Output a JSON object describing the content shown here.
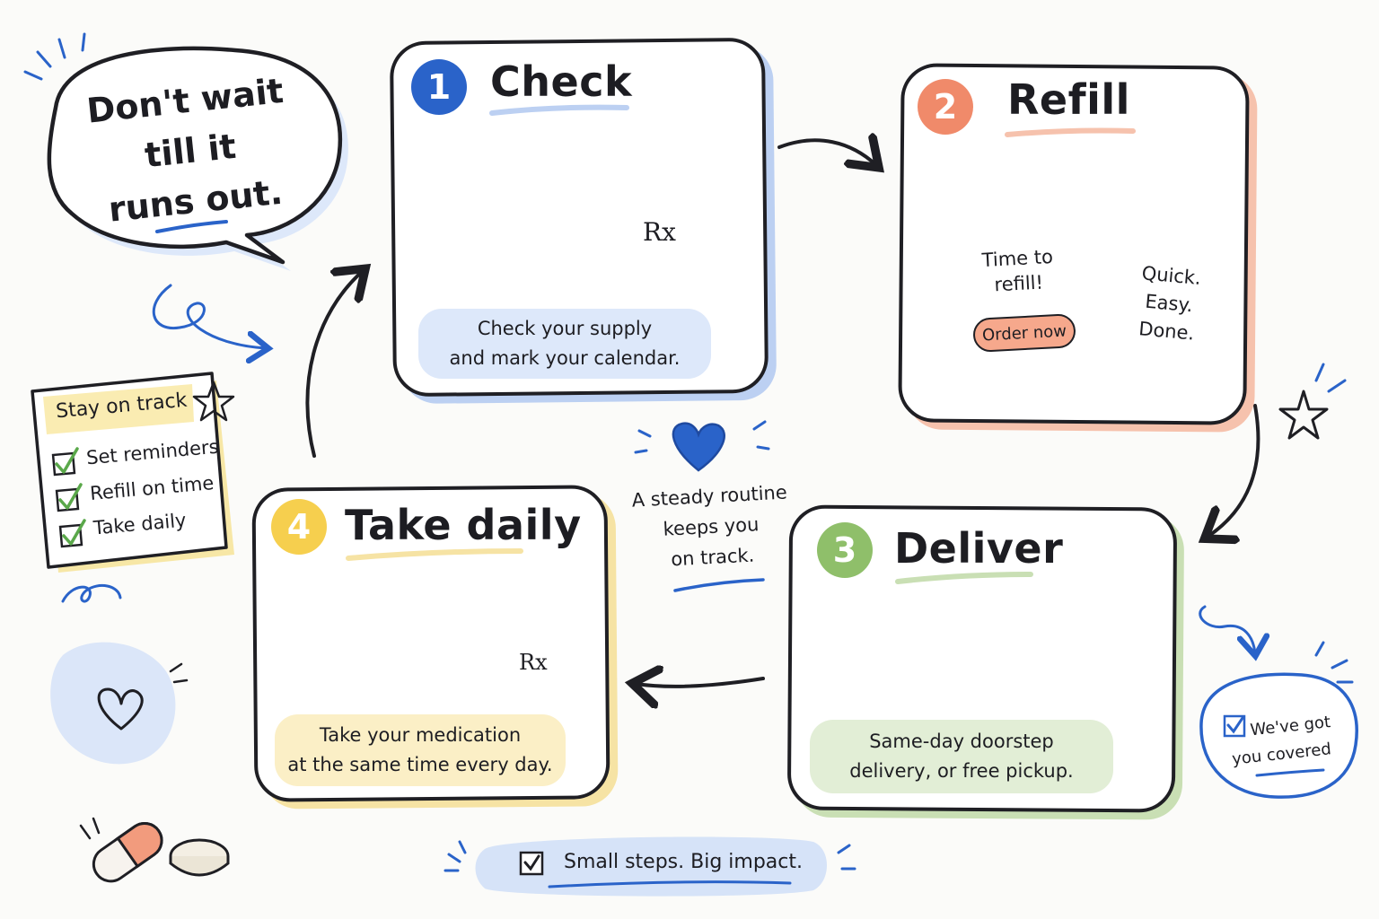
{
  "bubble": {
    "lines": [
      "Don't wait",
      "till it",
      "runs out."
    ]
  },
  "steps": [
    {
      "number": "1",
      "title": "Check",
      "caption_lines": [
        "Check your supply",
        "and mark your calendar."
      ],
      "color": "#2a63c9",
      "caption_bg": "#dde8fa"
    },
    {
      "number": "2",
      "title": "Refill",
      "caption_lines": [],
      "color": "#f08a6a",
      "caption_bg": ""
    },
    {
      "number": "3",
      "title": "Deliver",
      "caption_lines": [
        "Same-day doorstep",
        "delivery, or free pickup."
      ],
      "color": "#8fbf6a",
      "caption_bg": "#e2eed6"
    },
    {
      "number": "4",
      "title": "Take daily",
      "caption_lines": [
        "Take your medication",
        "at the same time every day."
      ],
      "color": "#f6cf4e",
      "caption_bg": "#fbefc6"
    }
  ],
  "phone": {
    "message_lines": [
      "Time to",
      "refill!"
    ],
    "button_label": "Order now"
  },
  "sticky_note": {
    "lines": [
      "Quick.",
      "Easy.",
      "Done."
    ]
  },
  "prescription_label": "Rx",
  "checklist": {
    "title": "Stay on track",
    "items": [
      "Set reminders",
      "Refill on time",
      "Take daily"
    ]
  },
  "center_note": {
    "lines": [
      "A steady routine",
      "keeps you",
      "on track."
    ]
  },
  "covered_badge": {
    "lines": [
      "We've got",
      "you covered"
    ]
  },
  "footer_banner": {
    "text": "Small steps. Big impact."
  },
  "colors": {
    "ink": "#1f1f24",
    "blue": "#2a63c9",
    "coral": "#f08a6a",
    "green": "#8fbf6a",
    "yellow": "#f6cf4e",
    "light_blue": "#dde8fa"
  }
}
